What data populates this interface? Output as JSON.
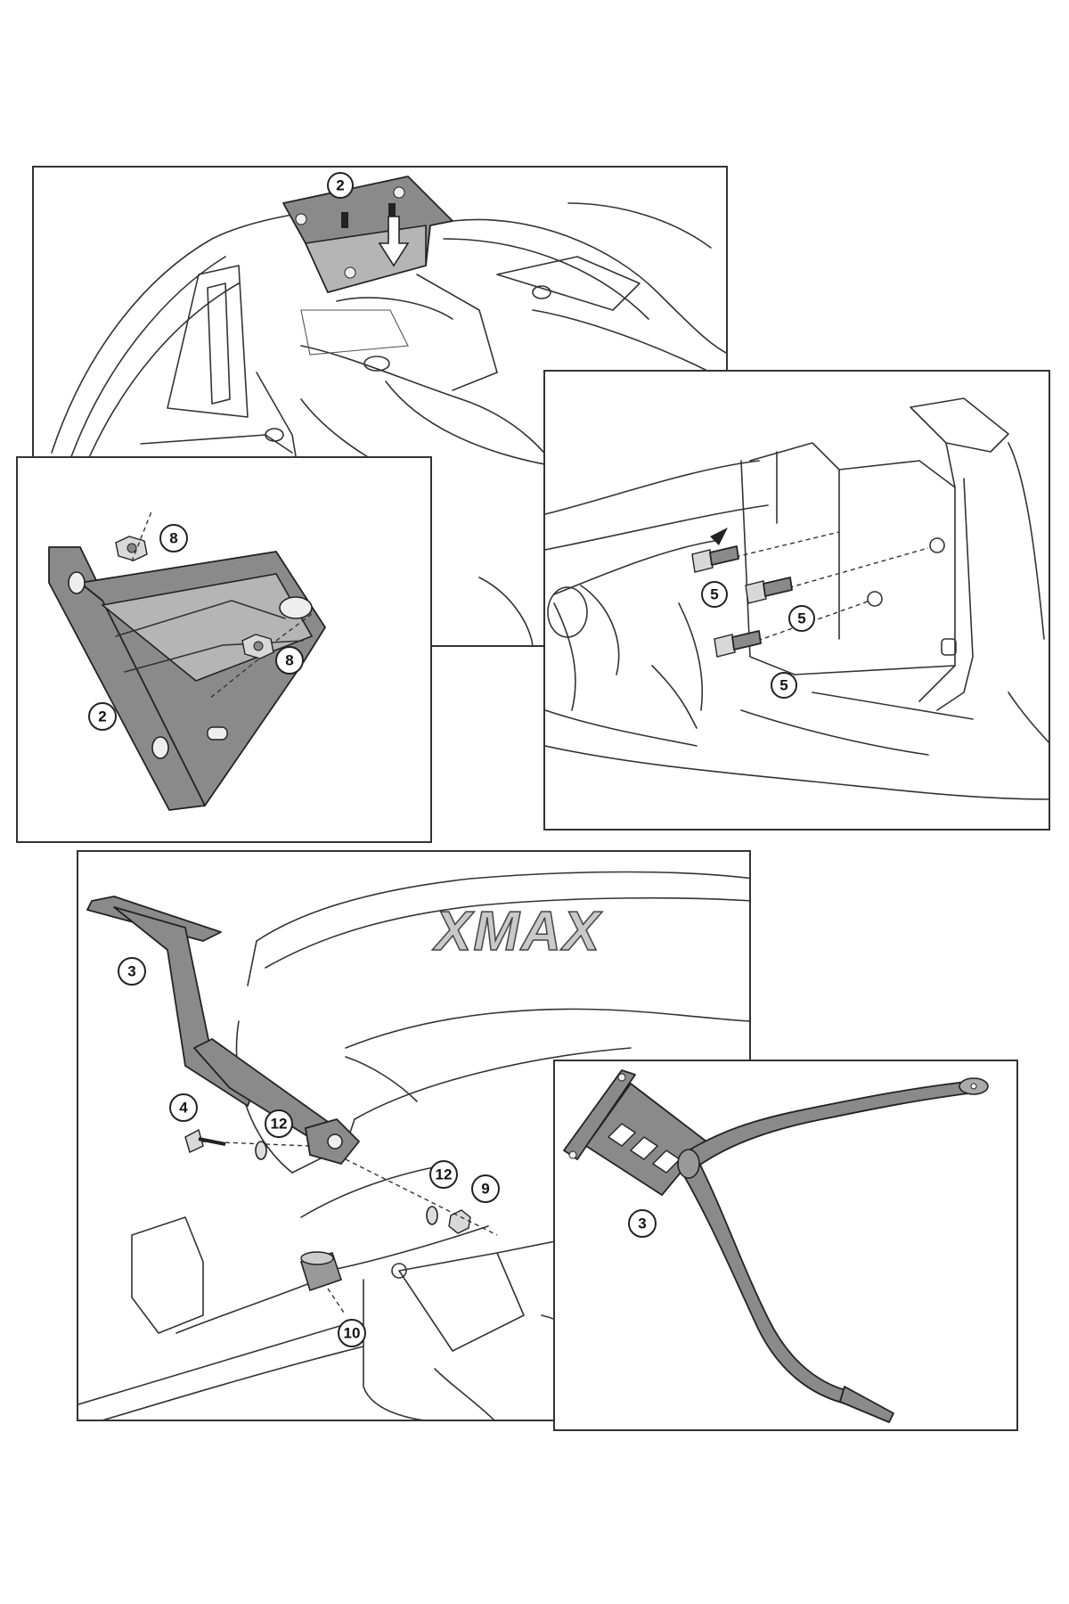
{
  "callouts": {
    "top": [
      "2"
    ],
    "left": [
      "8",
      "8",
      "2"
    ],
    "right": [
      "5",
      "5",
      "5"
    ],
    "bottom": [
      "3",
      "4",
      "12",
      "12",
      "9",
      "10"
    ],
    "inset": [
      "3"
    ]
  },
  "logo_text": "XMAX",
  "colors": {
    "part_fill": "#8a8a8a",
    "line": "#333333",
    "background": "#ffffff"
  }
}
